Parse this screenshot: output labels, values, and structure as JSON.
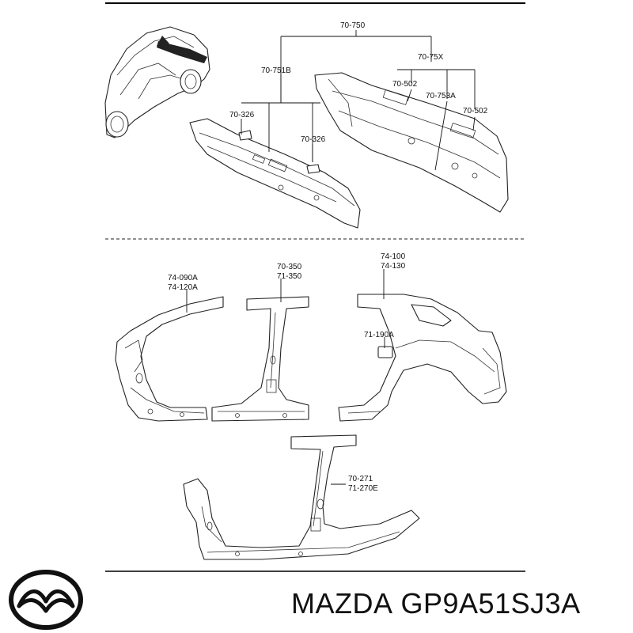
{
  "brand": {
    "make": "MAZDA",
    "part_number": "GP9A51SJ3A",
    "logo_icon": "mazda-logo-icon"
  },
  "labels": {
    "rear_panel_assy": "70-750",
    "rear_panel_sub": "70-75X",
    "rear_crossmember": "70-751B",
    "bracket_left": "70-326",
    "bracket_right": "70-326",
    "reinforcement_a": "70-502",
    "reinforcement_b": "70-753A",
    "reinforcement_c": "70-502",
    "a_pillar_1": "74-090A",
    "a_pillar_2": "74-120A",
    "b_pillar_1": "70-350",
    "b_pillar_2": "71-350",
    "quarter_1": "74-100",
    "quarter_2": "74-130",
    "fuel_lid": "71-190A",
    "side_sill_1": "70-271",
    "side_sill_2": "71-270E"
  }
}
